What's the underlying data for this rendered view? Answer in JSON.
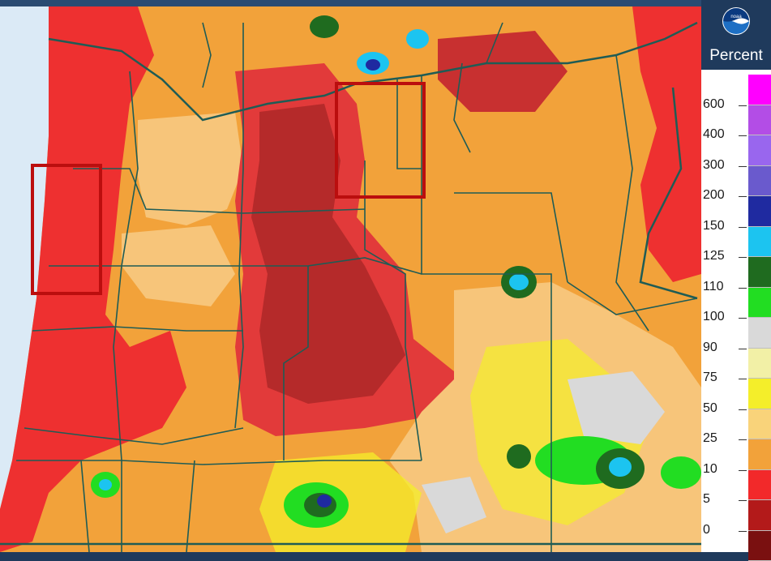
{
  "legend": {
    "title": "Percent",
    "logo": "noaa-logo-icon",
    "ticks": [
      "600",
      "400",
      "300",
      "200",
      "150",
      "125",
      "110",
      "100",
      "90",
      "75",
      "50",
      "25",
      "10",
      "5",
      "0"
    ],
    "colors": [
      "#ff00ff",
      "#b34de6",
      "#9966ee",
      "#6a5acd",
      "#1f2aa0",
      "#1cc4f0",
      "#1f6b1f",
      "#22dd22",
      "#d9d9d9",
      "#f2f0a6",
      "#f4ee2a",
      "#f9d37a",
      "#f2a23a",
      "#f2292a",
      "#b31a1a",
      "#7a1010"
    ]
  },
  "highlights": [
    {
      "label": "coastal-box"
    },
    {
      "label": "columbia-gorge-box"
    }
  ],
  "colors": {
    "box": "#bb0e0e",
    "border": "#1f5c55",
    "frame": "#1f3a5c"
  }
}
